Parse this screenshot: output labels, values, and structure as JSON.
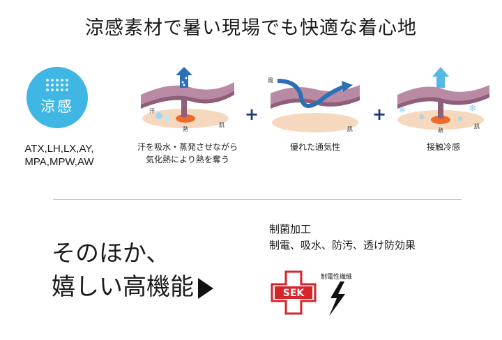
{
  "headline": "涼感素材で暑い現場でも快適な着心地",
  "badge": {
    "label": "涼感"
  },
  "models": {
    "line1": "ATX,LH,LX,AY,",
    "line2": "MPA,MPW,AW"
  },
  "diagrams": [
    {
      "caption_line1": "汗を吸水・蒸発させながら",
      "caption_line2": "気化熱により熱を奪う",
      "tag_sweat": "汗",
      "tag_heat": "熱",
      "tag_skin": "肌"
    },
    {
      "caption_line1": "優れた通気性",
      "tag_wind": "風",
      "tag_skin": "肌"
    },
    {
      "caption_line1": "接触冷感",
      "tag_heat": "熱",
      "tag_skin": "肌"
    }
  ],
  "plus_symbol": "+",
  "other": {
    "line1": "そのほか、",
    "line2": "嬉しい高機能"
  },
  "features": {
    "title": "制菌加工",
    "list": "制電、吸水、防汚、透け防効果"
  },
  "sek": {
    "logo_text": "SEK",
    "caption": "制電性繊維"
  },
  "colors": {
    "badge": "#3fb6e4",
    "fabric": "#b88aa3",
    "arrow_blue": "#2b6fb4",
    "sek_red": "#d8232a"
  }
}
